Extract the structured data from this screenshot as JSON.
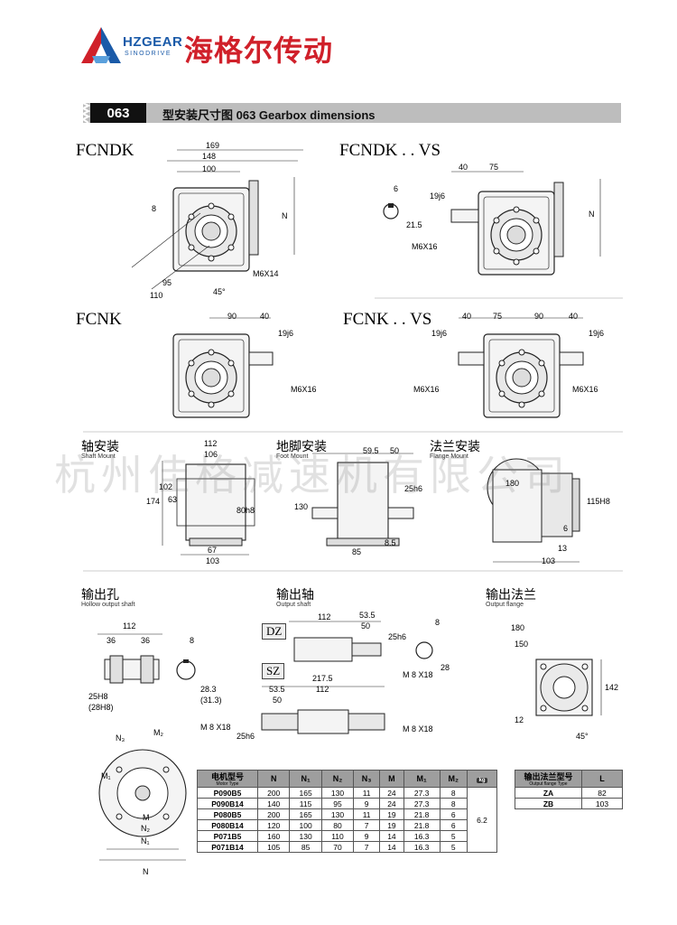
{
  "header": {
    "brand_en": "HZGEAR",
    "brand_sub": "SINODRIVE",
    "brand_cn": "海格尔传动",
    "model": "063",
    "title": "型安装尺寸图 063 Gearbox dimensions",
    "logo_colors": {
      "blue": "#1a5aa8",
      "red": "#d0202a"
    }
  },
  "variants": {
    "fcndk": "FCNDK",
    "fcndk_vs": "FCNDK . . VS",
    "fcnk": "FCNK",
    "fcnk_vs": "FCNK . . VS"
  },
  "dims_top": {
    "d169": "169",
    "d148": "148",
    "d100": "100",
    "d8": "8",
    "dN": "N",
    "d95": "95",
    "d110": "110",
    "d45": "45°",
    "m6x14": "M6X14",
    "vs_40": "40",
    "vs_75": "75",
    "vs_6": "6",
    "vs_19j6": "19j6",
    "vs_215": "21.5",
    "vs_m6x16": "M6X16",
    "vs_N": "N",
    "k_90": "90",
    "k_40": "40",
    "k_19j6": "19j6",
    "k_m6x16": "M6X16",
    "kvs_40a": "40",
    "kvs_75": "75",
    "kvs_90": "90",
    "kvs_40b": "40",
    "kvs_19j6a": "19j6",
    "kvs_19j6b": "19j6",
    "kvs_m6x16a": "M6X16",
    "kvs_m6x16b": "M6X16"
  },
  "mounts": {
    "shaft": {
      "cn": "轴安装",
      "en": "Shaft Mount"
    },
    "foot": {
      "cn": "地脚安装",
      "en": "Foot Mount"
    },
    "flange": {
      "cn": "法兰安装",
      "en": "Flange Mount"
    },
    "shaft_dims": {
      "d112": "112",
      "d106": "106",
      "d174": "174",
      "d102": "102",
      "d63": "63",
      "d80h8": "80h8",
      "d67": "67",
      "d103": "103"
    },
    "foot_dims": {
      "d595": "59.5",
      "d50": "50",
      "d25h6": "25h6",
      "d130": "130",
      "d85": "85",
      "d85b": "8.5"
    },
    "flange_dims": {
      "d180": "180",
      "d115h8": "115H8",
      "d6": "6",
      "d13": "13",
      "d103": "103"
    }
  },
  "watermark": "杭州佳格减速机有限公司",
  "outputs": {
    "hollow": {
      "cn": "输出孔",
      "en": "Hollow output shaft"
    },
    "shaft": {
      "cn": "输出轴",
      "en": "Output shaft"
    },
    "flange": {
      "cn": "输出法兰",
      "en": "Output flange"
    },
    "hollow_dims": {
      "d112": "112",
      "d36a": "36",
      "d36b": "36",
      "d8": "8",
      "d25h8": "25H8",
      "d28h8": "(28H8)",
      "d283": "28.3",
      "d313": "(31.3)"
    },
    "dz": "DZ",
    "sz": "SZ",
    "dz_dims": {
      "d112": "112",
      "d535": "53.5",
      "d50": "50",
      "d25h6": "25h6",
      "m8x18": "M 8 X18",
      "d8": "8",
      "d28": "28"
    },
    "sz_dims": {
      "d2175": "217.5",
      "d535": "53.5",
      "d112": "112",
      "d50": "50",
      "d25h6": "25h6",
      "m8x18a": "M 8 X18",
      "m8x18b": "M 8 X18"
    },
    "flange_dims": {
      "d180": "180",
      "d150": "150",
      "d142": "142",
      "d12": "12",
      "d45": "45°"
    }
  },
  "motor_flange_fig": {
    "m2": "M₂",
    "n3": "N₃",
    "m1": "M₁",
    "m": "M",
    "n2": "N₂",
    "n1": "N₁",
    "n": "N"
  },
  "motor_table": {
    "header_cn": "电机型号",
    "header_en": "Motor Type",
    "columns": [
      "N",
      "N₁",
      "N₂",
      "N₃",
      "M",
      "M₁",
      "M₂"
    ],
    "kg_label": "kg",
    "rows": [
      [
        "P090B5",
        "200",
        "165",
        "130",
        "11",
        "24",
        "27.3",
        "8"
      ],
      [
        "P090B14",
        "140",
        "115",
        "95",
        "9",
        "24",
        "27.3",
        "8"
      ],
      [
        "P080B5",
        "200",
        "165",
        "130",
        "11",
        "19",
        "21.8",
        "6"
      ],
      [
        "P080B14",
        "120",
        "100",
        "80",
        "7",
        "19",
        "21.8",
        "6"
      ],
      [
        "P071B5",
        "160",
        "130",
        "110",
        "9",
        "14",
        "16.3",
        "5"
      ],
      [
        "P071B14",
        "105",
        "85",
        "70",
        "7",
        "14",
        "16.3",
        "5"
      ]
    ],
    "weight": "6.2"
  },
  "flange_table": {
    "header_cn": "输出法兰型号",
    "header_en": "Output flange Type",
    "col_L": "L",
    "rows": [
      [
        "ZA",
        "82"
      ],
      [
        "ZB",
        "103"
      ]
    ]
  }
}
